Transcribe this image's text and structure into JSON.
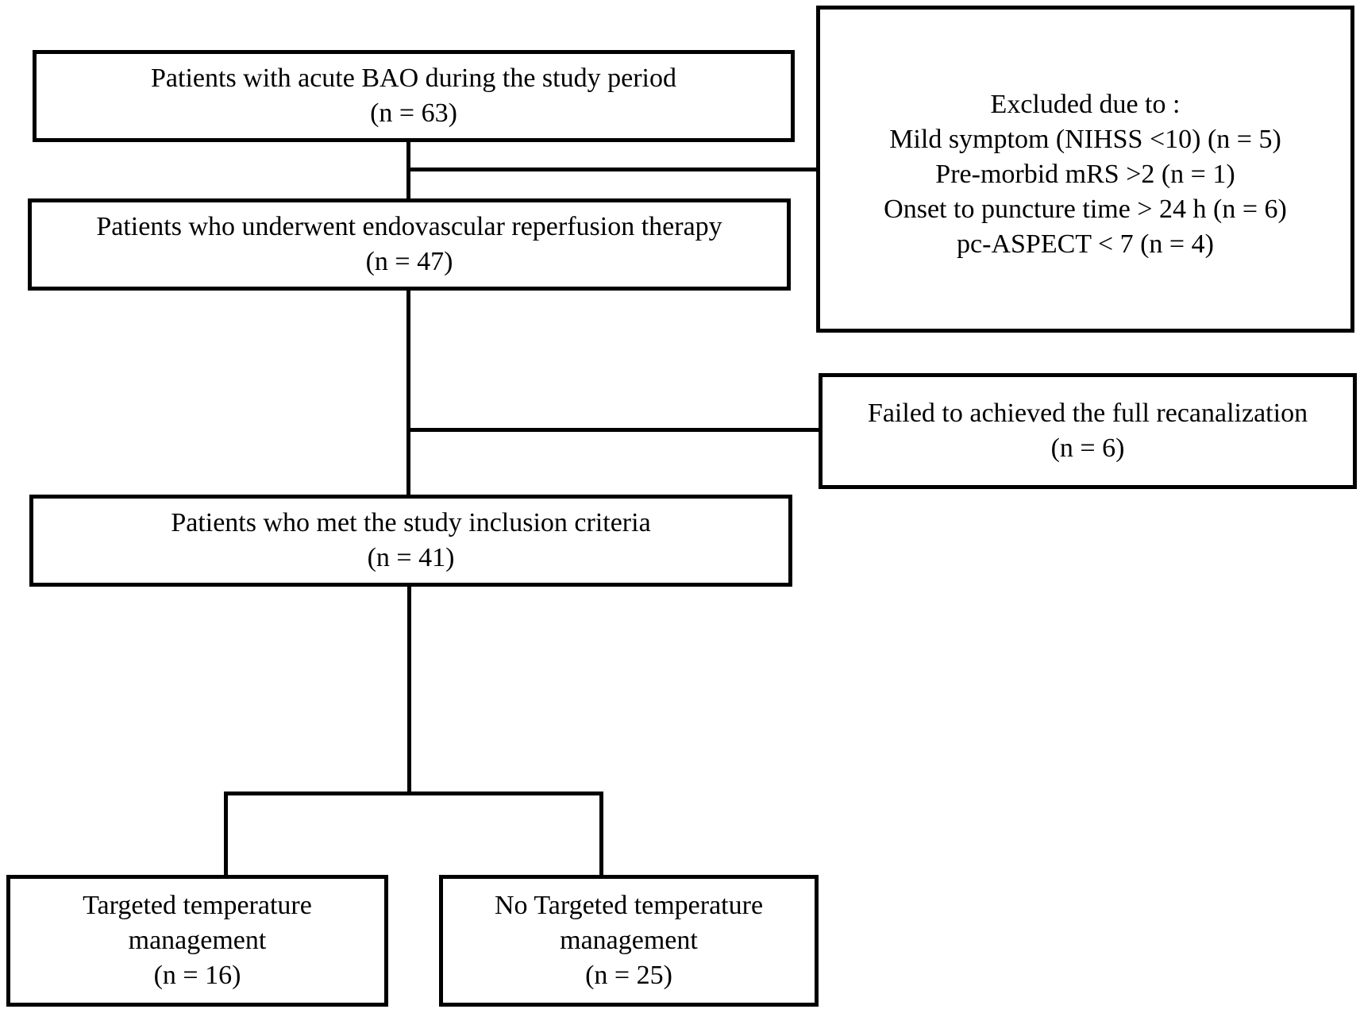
{
  "nodes": {
    "total": {
      "line1": "Patients with acute BAO during the study period",
      "line2": "(n = 63)"
    },
    "evt": {
      "line1": "Patients who underwent endovascular reperfusion therapy",
      "line2": "(n = 47)"
    },
    "excluded": {
      "title": "Excluded due to :",
      "items": [
        "Mild symptom (NIHSS <10) (n = 5)",
        "Pre-morbid mRS >2 (n = 1)",
        "Onset to puncture time > 24 h (n = 6)",
        "pc-ASPECT < 7 (n = 4)"
      ]
    },
    "failed": {
      "line1": "Failed to achieved the full recanalization",
      "line2": "(n = 6)"
    },
    "included": {
      "line1": "Patients who met the study inclusion criteria",
      "line2": "(n = 41)"
    },
    "ttm": {
      "line1": "Targeted temperature",
      "line2": "management",
      "line3": "(n = 16)"
    },
    "no_ttm": {
      "line1": "No Targeted temperature",
      "line2": "management",
      "line3": "(n = 25)"
    }
  }
}
